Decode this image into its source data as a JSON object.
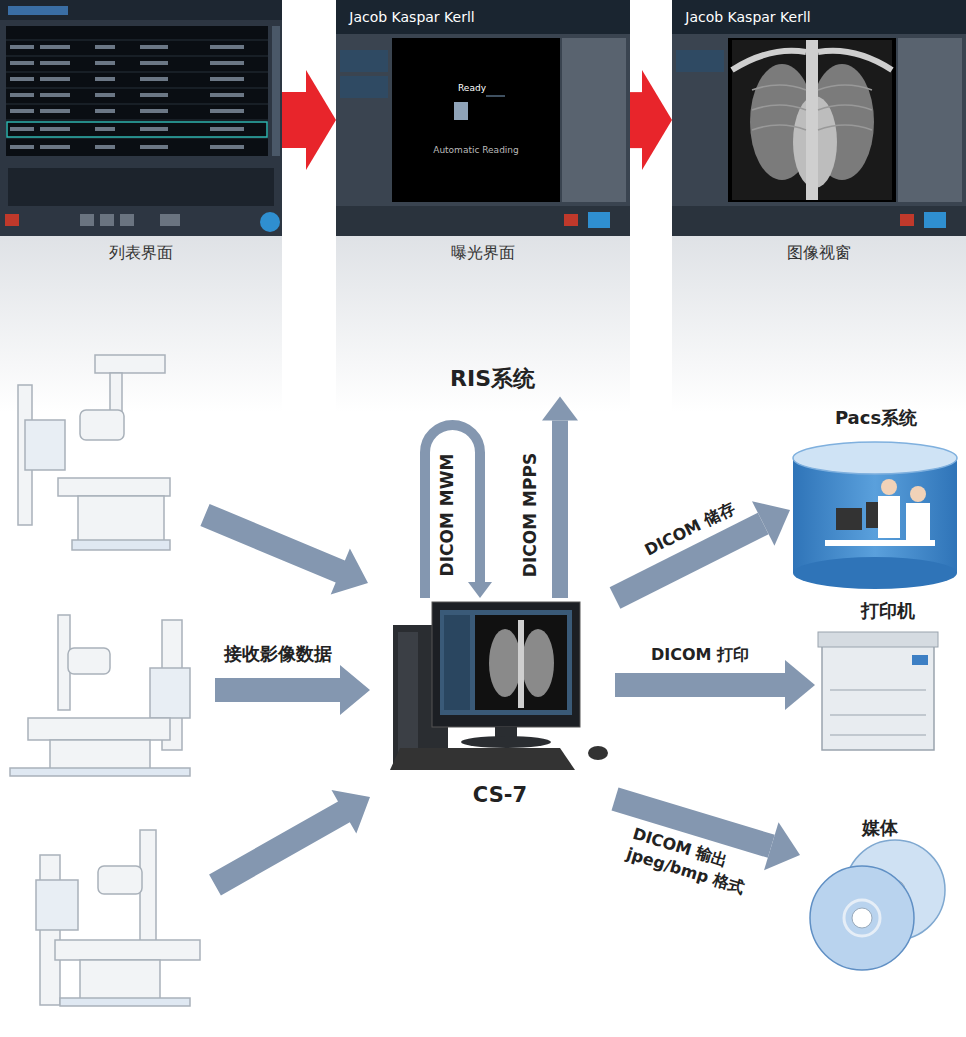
{
  "diagram": {
    "nodes": [
      {
        "text": [
          "列表界面"
        ]
      },
      {
        "text": [
          "曝光界面"
        ]
      },
      {
        "text": [
          "图像视窗"
        ]
      },
      {
        "text": [
          "RIS系统"
        ]
      },
      {
        "text": [
          "CS-7"
        ]
      },
      {
        "text": [
          "Pacs系统"
        ]
      },
      {
        "text": [
          "打印机"
        ]
      },
      {
        "text": [
          "媒体"
        ]
      }
    ],
    "edges": [
      {
        "from": 0,
        "to": 1,
        "arrow": "to"
      },
      {
        "from": 1,
        "to": 2,
        "arrow": "to"
      },
      {
        "from": 3,
        "to": 4,
        "label": "DICOM MWM",
        "arrow": "to"
      },
      {
        "from": 4,
        "to": 3,
        "label": "DICOM MPPS",
        "arrow": "to"
      },
      {
        "from": 4,
        "to": 5,
        "label": "DICOM 储存",
        "arrow": "to"
      },
      {
        "from": 4,
        "to": 6,
        "label": "DICOM 打印",
        "arrow": "to"
      },
      {
        "from": 4,
        "to": 7,
        "label": "DICOM 输出 jpeg/bmp 格式",
        "arrow": "to"
      }
    ],
    "labels": [
      "接收影像数据",
      "Jacob Kaspar Kerll",
      "Jacob Kaspar Kerll",
      "Ready",
      "Automatic Reading"
    ]
  }
}
